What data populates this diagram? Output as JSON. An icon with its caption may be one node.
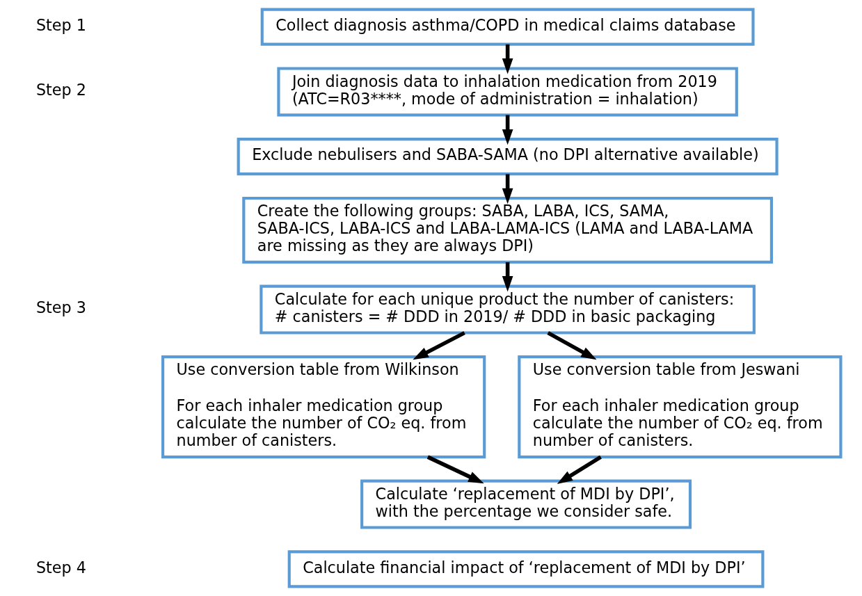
{
  "diagram": {
    "nodes": [
      {
        "text": [
          "Collect diagnosis asthma/COPD in medical claims database"
        ]
      },
      {
        "text": [
          "Join diagnosis data to inhalation medication from 2019 (ATC=R03****, mode of administration = inhalation)"
        ]
      },
      {
        "text": [
          "Exclude nebulisers and SABA-SAMA (no DPI alternative available)"
        ]
      },
      {
        "text": [
          "Create the following groups: SABA, LABA, ICS, SAMA, SABA-ICS, LABA-ICS and LABA-LAMA-ICS (LAMA and LABA-LAMA are missing as they are always DPI)"
        ]
      },
      {
        "text": [
          "Calculate for each unique product the number of canisters: # canisters = # DDD in 2019/ # DDD in basic packaging"
        ]
      },
      {
        "text": [
          "Use conversion table from Wilkinson",
          "For each inhaler medication group calculate the number of CO₂ eq. from number of canisters."
        ]
      },
      {
        "text": [
          "Use conversion table from Jeswani",
          "For each inhaler medication group calculate the number of CO₂ eq. from number of canisters."
        ]
      },
      {
        "text": [
          "Calculate ‘replacement of MDI by DPI’, with the percentage we consider safe."
        ]
      },
      {
        "text": [
          "Calculate financial impact of ‘replacement of MDI by DPI’"
        ]
      }
    ],
    "edges": [
      {
        "from": 0,
        "to": 1,
        "arrow": "to"
      },
      {
        "from": 1,
        "to": 2,
        "arrow": "to"
      },
      {
        "from": 2,
        "to": 3,
        "arrow": "to"
      },
      {
        "from": 3,
        "to": 4,
        "arrow": "to"
      },
      {
        "from": 4,
        "to": 5,
        "arrow": "to"
      },
      {
        "from": 4,
        "to": 6,
        "arrow": "to"
      },
      {
        "from": 5,
        "to": 7,
        "arrow": "to"
      },
      {
        "from": 6,
        "to": 7,
        "arrow": "to"
      }
    ],
    "labels": [
      "Step 1",
      "Step 2",
      "Step 3",
      "Step 4"
    ]
  }
}
